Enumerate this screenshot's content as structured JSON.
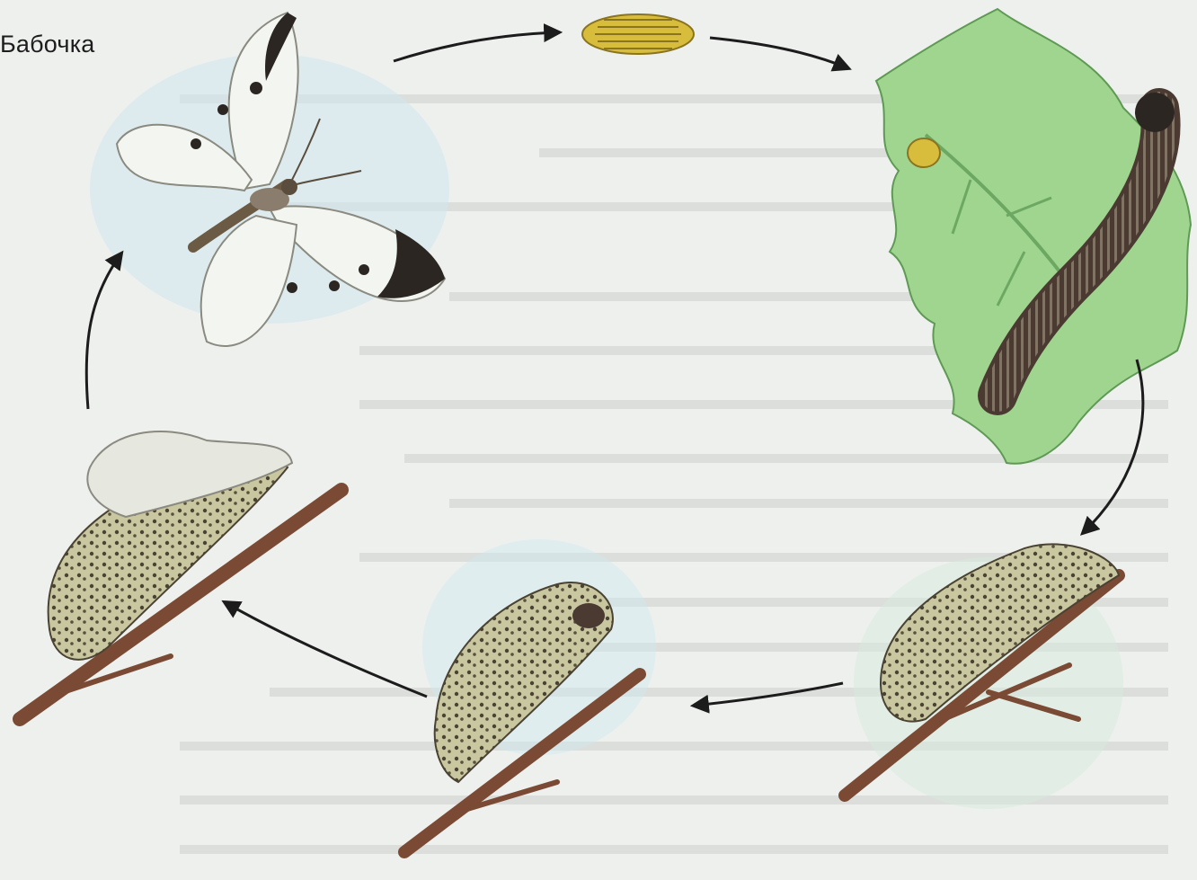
{
  "diagram": {
    "label": "Бабочка",
    "stages": [
      {
        "id": "butterfly",
        "name": "butterfly"
      },
      {
        "id": "egg",
        "name": "egg"
      },
      {
        "id": "caterpillar",
        "name": "caterpillar-on-leaf"
      },
      {
        "id": "pupa-1",
        "name": "pupa-on-twig"
      },
      {
        "id": "pupa-2",
        "name": "pupa-on-twig"
      },
      {
        "id": "emerging",
        "name": "butterfly-emerging-from-pupa"
      }
    ],
    "colors": {
      "background": "#eef0ee",
      "leaf": "#9fd58f",
      "wing": "#f3f6f0",
      "wing_dark": "#2b2622",
      "caterpillar": "#4a3a32",
      "twig": "#7b4a34",
      "pupa": "#c9c7a0",
      "egg": "#d8bd3c",
      "arrow": "#1c1c1c"
    }
  }
}
